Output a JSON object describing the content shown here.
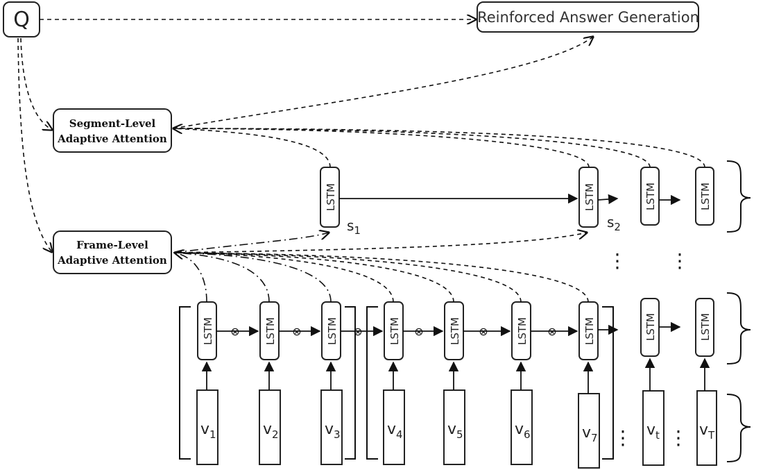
{
  "query_label": "Q",
  "answer_box": {
    "label": "Reinforced Answer Generation"
  },
  "segment_attention": {
    "line1": "Segment-Level",
    "line2": "Adaptive Attention"
  },
  "frame_attention": {
    "line1": "Frame-Level",
    "line2": "Adaptive Attention"
  },
  "lstm_label": "LSTM",
  "segment_states": [
    {
      "base": "s",
      "sub": "1"
    },
    {
      "base": "s",
      "sub": "2"
    }
  ],
  "frames": [
    {
      "base": "v",
      "sub": "1"
    },
    {
      "base": "v",
      "sub": "2"
    },
    {
      "base": "v",
      "sub": "3"
    },
    {
      "base": "v",
      "sub": "4"
    },
    {
      "base": "v",
      "sub": "5"
    },
    {
      "base": "v",
      "sub": "6"
    },
    {
      "base": "v",
      "sub": "7"
    },
    {
      "base": "v",
      "sub": "t"
    },
    {
      "base": "v",
      "sub": "T"
    }
  ],
  "gate_symbol": "⊗",
  "ellipsis": "⋮"
}
